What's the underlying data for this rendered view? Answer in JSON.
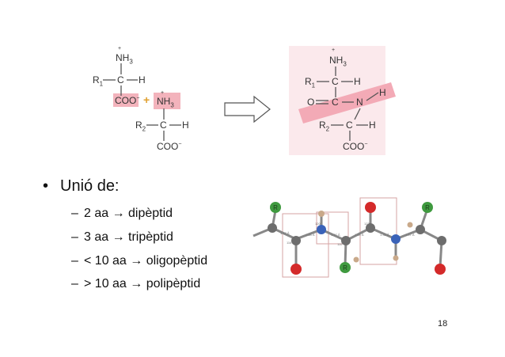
{
  "reaction": {
    "left": {
      "aa1_group_top": "NH",
      "aa1_group_top_sub": "3",
      "aa1_r": "R",
      "aa1_r_sub": "1",
      "aa1_c": "C",
      "aa1_h": "H",
      "aa1_coo": "COO",
      "plus": "+",
      "aa2_nh3": "NH",
      "aa2_nh3_sub": "3",
      "aa2_r": "R",
      "aa2_r_sub": "2",
      "aa2_c": "C",
      "aa2_h": "H",
      "aa2_coo": "COO"
    },
    "right": {
      "nh3": "NH",
      "nh3_sub": "3",
      "r1": "R",
      "r1_sub": "1",
      "c1": "C",
      "h1": "H",
      "o": "O",
      "c_carbonyl": "C",
      "n": "N",
      "h_amide": "H",
      "r2": "R",
      "r2_sub": "2",
      "c2": "C",
      "h2": "H",
      "coo": "COO"
    },
    "colors": {
      "highlight": "#f3b3bc",
      "highlight_dark": "#e8828f",
      "bond": "#555555",
      "plus": "#e0a030"
    }
  },
  "bullets": {
    "main": "Unió de:",
    "items": [
      "2 aa  → dipèptid",
      "3 aa  → tripèptid",
      "< 10 aa  → oligopèptid",
      "> 10 aa  → polipèptid"
    ]
  },
  "peptide_model": {
    "atom_labels": {
      "r": "R",
      "h": "H",
      "n": "N",
      "o": "O"
    },
    "colors": {
      "carbon": "#6d6d6d",
      "oxygen": "#d42a2a",
      "nitrogen": "#3a62b8",
      "r_group": "#3f9a3f",
      "hydrogen": "#c9a98a",
      "box": "#d6a3a3"
    }
  },
  "page_number": "18"
}
